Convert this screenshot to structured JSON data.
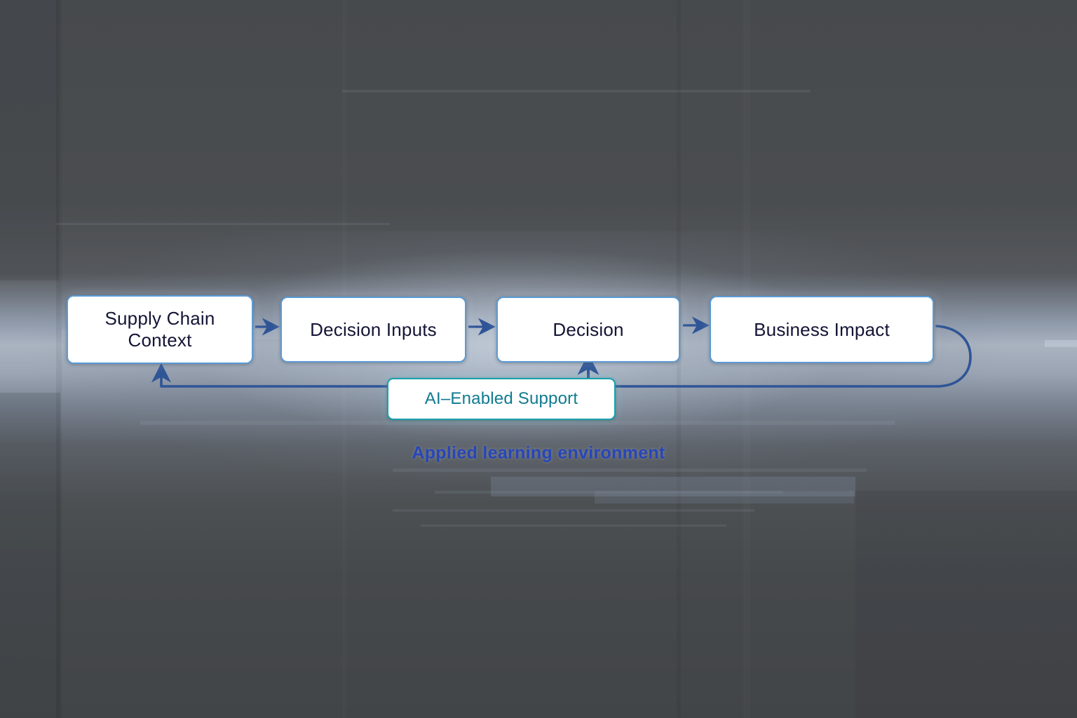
{
  "slide": {
    "caption": "Applied learning environment",
    "background_color": "#45484c",
    "accent_blue": "#2f5597",
    "node_border_blue": "#5b9bd5",
    "node_text_navy": "#141436",
    "ai_border_teal": "#19a0ab",
    "ai_text_teal": "#0f7b90",
    "caption_blue": "#2746b8"
  },
  "flow": {
    "nodes": [
      {
        "id": "context",
        "label": "Supply Chain\nContext",
        "type": "process"
      },
      {
        "id": "inputs",
        "label": "Decision Inputs",
        "type": "process"
      },
      {
        "id": "decision",
        "label": "Decision",
        "type": "process"
      },
      {
        "id": "impact",
        "label": "Business Impact",
        "type": "process"
      }
    ],
    "support_node": {
      "id": "ai-support",
      "label": "AI–Enabled Support",
      "type": "support"
    },
    "connectors": [
      {
        "from": "context",
        "to": "inputs",
        "kind": "arrow-right"
      },
      {
        "from": "inputs",
        "to": "decision",
        "kind": "arrow-right"
      },
      {
        "from": "decision",
        "to": "impact",
        "kind": "arrow-right"
      },
      {
        "from": "ai-support",
        "to": "decision",
        "kind": "arrow-up"
      },
      {
        "from": "impact",
        "to": "context",
        "kind": "feedback-loop"
      }
    ]
  }
}
